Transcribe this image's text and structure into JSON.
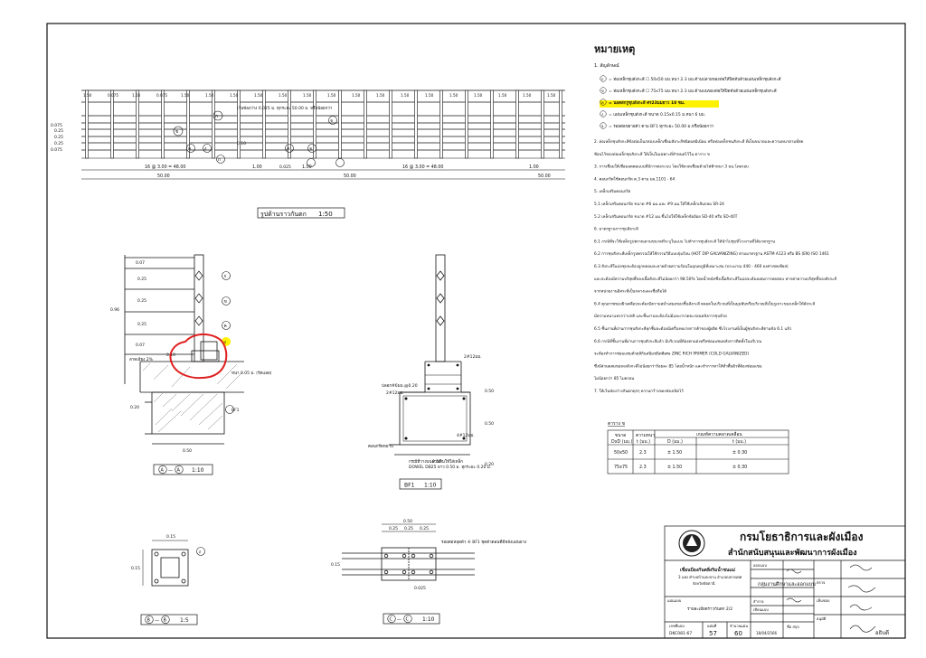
{
  "drawing": {
    "elevation_title": "รูปด้านราวกันตก",
    "elevation_scale": "1:50",
    "top_dims": [
      "1.50",
      "0.075",
      "1.50",
      "0.075",
      "1.50",
      "1.50",
      "1.50",
      "1.50",
      "1.50",
      "1.50",
      "1.50",
      "1.50",
      "1.50",
      "1.50",
      "1.50",
      "1.50",
      "1.50",
      "1.50",
      "1.50",
      "1.50"
    ],
    "left_dims": [
      "0.075",
      "0.25",
      "0.25",
      "0.25",
      "0.075"
    ],
    "bottom_dims": {
      "span_left": "16 @ 3.00 = 48.00",
      "span_right": "16 @ 3.00 = 48.00",
      "gap1": "1.00",
      "gap2": "1.00",
      "small": "0.025",
      "total_left": "50.00",
      "total_mid": "50.00",
      "total_right": "50.00"
    },
    "elev_note": "เว้นช่องว่าง 0.025 ม. ทุกระยะ 50.00 ม. หรือน้อยกว่า",
    "callouts": [
      "ก",
      "ข",
      "ค",
      "ง",
      "จ"
    ],
    "sec_aa": {
      "title": "A",
      "title2": "A",
      "scale": "1:10",
      "dims": [
        "0.07",
        "0.25",
        "0.25",
        "0.25",
        "0.07"
      ],
      "total": "0.96",
      "bottom": "0.50",
      "side": "0.20",
      "small": "0.10",
      "slope_note": "ลาดเอียง 2%",
      "road_note": "หนา 0.05 ม. (รัดแลย)",
      "tag": "BF1"
    },
    "sec_bf1": {
      "title": "BF1",
      "scale": "1:10",
      "rebar1": "2#12มม.",
      "rebar2": "ปลอก#6มม.@0.20",
      "rebar3": "2#12มม.",
      "rebar4": "4#12มม.",
      "dim_h": "0.50",
      "dim_h2": "0.50",
      "dim_w": "0.50",
      "dim_s": "0.20",
      "note_left": "คอนกรีตหยาบ",
      "dowel_note1": "กรณีที่วางบนลานหินให้ใส่เหล็ก",
      "dowel_note2": "DOWEL DB25 ยาว 0.50 ม. ทุกระยะ 0.20 ม."
    },
    "sec_bb": {
      "title": "B",
      "title2": "B",
      "scale": "1:5",
      "dim_top": "0.15",
      "dim_side": "0.15"
    },
    "sec_cc": {
      "title": "C",
      "title2": "C",
      "scale": "1:10",
      "dim_top": "0.50",
      "dims": [
        "0.25",
        "0.25",
        "0.25"
      ],
      "side": "0.15",
      "small": "0.025",
      "note": "รอยต่อหยุดตัว ⑥ BF1 ชุดตัวตอนที่มีหลังแผ่นยาง"
    }
  },
  "notes": {
    "heading": "หมายเหตุ",
    "sec1": "1. สัญลักษณ์",
    "items": [
      {
        "sym": "ก",
        "text": "= ท่อเหล็กชุบสังกะสี ☐ 50x50 มม.หนา 2.3 มม.ด้านปลายของท่อให้ปิดทับด้วยแผ่นเหล็กชุบสังกะสี",
        "highlight": false
      },
      {
        "sym": "ข",
        "text": "= ท่อเหล็กชุบสังกะสี ☐ 75x75 มม.หนา 2.3 มม.ด้านบนของท่อให้ปิดทับด้วยแผ่นเหล็กชุบสังกะสี",
        "highlight": false
      },
      {
        "sym": "ค",
        "text": "= นอตสกรูชุบสังกะสี ศร23มมยาว 18 ซม.",
        "highlight": true
      },
      {
        "sym": "ง",
        "text": "= แผ่นเหล็กชุบสังกะสี ขนาด 0.15x0.15 ม.หนา 6 มม.",
        "highlight": false
      },
      {
        "sym": "จ",
        "text": "= รอยต่อขยายตัว ตาม BF1 ทุกระยะ 50.00 ม.หรือน้อยกว่า",
        "highlight": false
      }
    ],
    "lines": [
      "2. ท่อเหล็กชุบสังกะสีข้อต่อเป็นกล่องเหล็กเชื่อมสังกะสีชนิดผสมิเนียม หรือท่อเหล็กชนสังกะสี ที่เป็นขนาดและความหนาตามที่สด",
      "    ซ้อนไว้ของท่อเหล็กชุบสังกะสี ให้เป็นในเฉพาะที่ทำหนดไว้ใน ตาราง ข",
      "3. การเชื่อมให้เชื่อมลดคอแบบที่มีการต่อระบบ โดยใช้ลวดเชื่อมด้วยไฟฟ้าหนา 3 มม.โดยรอบ",
      "4. คอนกรีตใช้คอนกรีต ค.3 ตาม มผ.1101 - 64",
      "5. เหล็กเสริมคอนกรีต",
      "    5.1 เหล็กเสริมคอนกรีต ขนาด #6 มม.และ #9 มม.ให้ใช้เหล็กเส้นกลม SR-24",
      "    5.2 เหล็กเสริมคอนกรีต ขนาด #12 มม.ขึ้นไปให้ใช้เหล็กข้ออ้อย SD-40 หรือ SD-40T",
      "6. มาตรฐานการชุบสังกะสี",
      "    6.1 กรณีที่จะใช้เหล็กรูปพรรณตามขนาดที่ระบุในแบบ ไปทำการชุบสังกะสี ให้นำไปชุบที่โรงงานที่ได้มาตรฐาน",
      "    6.2 การชุบสังกะสีเหล็กรูปพรรณให้ใช้กรรมวิธีแบบจุ่มร้อน (HOT DIP GALVANIZING) ตามมาตรฐาน ASTM A123 หรือ BS (EN) ISO 1461",
      "    6.3 สังกะสีในบ่อชุบจะต้องถูกหลอมละลายด้วยความร้อนในอุณหภูมิที่เหมาะสม (ประมาณ 440 - 460 องศาเซลเซียส)",
      "        และจะต้องมีความบริสุทธิ์ของเนื้อสังกะสีไม่น้อยกว่า 98.50% โดยน้ำหนักซึ่งเนื้อสังกะสีในบ่อจะต้องผสมการทดสอบ หากค่าความบริสุทธิ์ของสังกะสี",
      "        จากหน่วยงานอิสระที่เป็นกลางและเชื่อถือได้",
      "    6.4 คุณภาพของผิวเคลือบจะต้องมีความสม่ำเสมอของชิ้นสังกะสี ตลอดในบริเวณที่เป็นมุมพับหรือบริเวณที่เป็นรูเจาะของเหล็กให้สังกะสี",
      "        มีความหนาแทรกว่าปกติ และชิ้นงานจะต้องไม่มีและกรวดตะกอนหลังการชุบด้วย",
      "    6.5 ชิ้นงานที่ผ่านการชุบสังกะสีทุกชิ้นจะต้องมีเครื่องหมายการค้าของผู้ผลิต ซึ่งโรงงานที่เป็นผู้ชุบสังกะสีตามข้อ 6.1 แล้ว",
      "    6.6 กรณีที่ชิ้นงานที่ผ่านการชุบสังกะสีแล้ว มีบริเวณที่ต้องตกแต่งหรือซ่อมแซมหลังการติดตั้งในบริเวณ",
      "        จะต้องทำการซ่อมแซมด้วยสีกันสนิมชนิดพิเศษ  ZINC RICH PRIMER (COLD GALVANIZED)",
      "        ซึ่งมีส่วนผสมของผงสังกะสีไม่น้อยกว่าร้อยละ 85 โดยน้ำหนัก และทำการทาให้ทั่วพื้นผิวที่ต้องซ่อมแซม",
      "        ไม่น้อยกว่า 85 ไมครอน",
      "7. ให้เว้นช่องว่างกันตกทุกๆ ความกว้างของช่องเปิดไว้"
    ],
    "table_title": "ตาราง ข",
    "table_headers": [
      "ขนาด",
      "ความหนา",
      "เกณฑ์ความคลาดเคลื่อน"
    ],
    "table_sub": [
      "DxD (มม.)",
      "t (มม.)",
      "D (มม.)",
      "t (มม.)"
    ],
    "table_rows": [
      [
        "50x50",
        "2.3",
        "± 1.50",
        "± 0.30"
      ],
      [
        "75x75",
        "2.3",
        "± 1.50",
        "± 0.30"
      ]
    ]
  },
  "titleblock": {
    "org": "กรมโยธาธิการและผังเมือง",
    "bureau": "สำนักสนับสนุนและพัฒนาการผังเมือง",
    "project1": "เขื่อนป้องกันตลิ่งริมน้ำชนแม่",
    "project2": "3 แห่ง ตำบลบ้านสะพาน อำเภอปลายเทศ",
    "project3": "จังหวัดปัตตานี",
    "dept": "กลุ่มงานศึกษาและออกแบบ",
    "sheet_label": "แผ่นแบบ",
    "sheet_title": "รายละเอียดราวกันตก 2/2",
    "sheet_no_label": "เลขที่แบบ",
    "sheet_no": "DKC081-67",
    "page_label": "แผ่นที่",
    "page": "57",
    "total_label": "จำนวนแผ่น",
    "total": "60",
    "date": "18/04/2566",
    "rows": [
      "ออกแบบ",
      "สำรวจ",
      "เขียนแบบ",
      "ตรวจ",
      "เห็นชอบ",
      "อนุมัติ"
    ],
    "sign1": "ชื่อ สกุล",
    "sign_right": "อธิบดี"
  },
  "marks": {
    "circle_color": "#e02020",
    "highlight_color": "#fff200"
  }
}
